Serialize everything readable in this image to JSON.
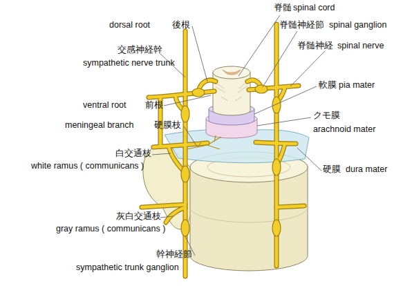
{
  "diagram": {
    "labels": [
      "脊髄",
      "spinal cord",
      "dorsal root",
      "後根",
      "脊髄神経節",
      "spinal ganglion",
      "脊髄神経",
      "spinal nerve",
      "交感神経幹",
      "sympathetic nerve trunk",
      "軟膜",
      "pia mater",
      "ventral root",
      "前根",
      "クモ膜",
      "arachnoid mater",
      "meningeal branch",
      "硬膜枝",
      "白交通枝",
      "white ramus ( communicans )",
      "硬膜",
      "dura mater",
      "灰白交通枝",
      "gray ramus ( communicans )",
      "幹神経節",
      "sympathetic trunk ganglion"
    ]
  }
}
